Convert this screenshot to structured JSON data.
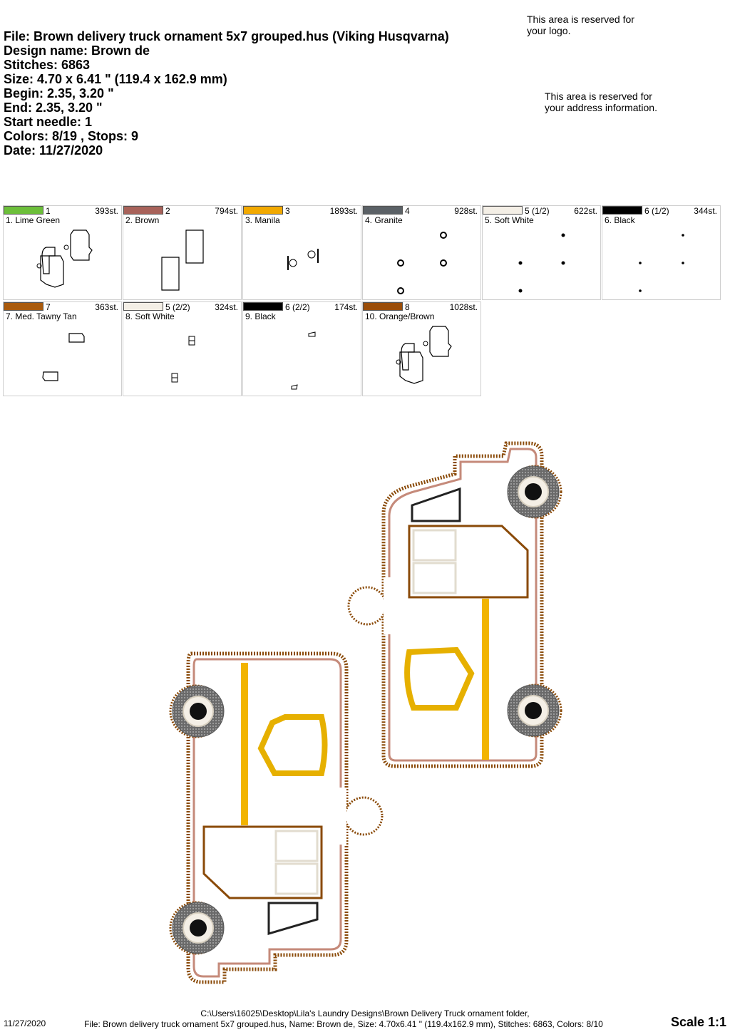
{
  "header": {
    "file": "File: Brown delivery truck ornament 5x7 grouped.hus  (Viking Husqvarna)",
    "design_name": "Design name: Brown de",
    "stitches": "Stitches: 6863",
    "size": "Size: 4.70 x 6.41 \" (119.4 x 162.9 mm)",
    "begin": "Begin: 2.35, 3.20 \"",
    "end": "End: 2.35, 3.20 \"",
    "start_needle": "Start needle: 1",
    "colors": "Colors: 8/19 , Stops: 9",
    "date": "Date: 11/27/2020"
  },
  "notes": {
    "logo": "This area is reserved for your logo.",
    "address": "This area is reserved for your address information."
  },
  "colors": [
    {
      "needle": "1",
      "stitches": "393st.",
      "name": "1. Lime Green",
      "hex": "#6cbf3a",
      "thumb": "trucks"
    },
    {
      "needle": "2",
      "stitches": "794st.",
      "name": "2. Brown",
      "hex": "#a8625a",
      "thumb": "brown"
    },
    {
      "needle": "3",
      "stitches": "1893st.",
      "name": "3. Manila",
      "hex": "#f2a900",
      "thumb": "manila"
    },
    {
      "needle": "4",
      "stitches": "928st.",
      "name": "4. Granite",
      "hex": "#5b6166",
      "thumb": "rings"
    },
    {
      "needle": "5 (1/2)",
      "stitches": "622st.",
      "name": "5. Soft White",
      "hex": "#f4efe6",
      "thumb": "dots"
    },
    {
      "needle": "6 (1/2)",
      "stitches": "344st.",
      "name": "6. Black",
      "hex": "#000000",
      "thumb": "dots-small"
    },
    {
      "needle": "7",
      "stitches": "363st.",
      "name": "7. Med. Tawny Tan",
      "hex": "#a95a0c",
      "thumb": "tan"
    },
    {
      "needle": "5 (2/2)",
      "stitches": "324st.",
      "name": "8. Soft White",
      "hex": "#f4efe6",
      "thumb": "windows"
    },
    {
      "needle": "6 (2/2)",
      "stitches": "174st.",
      "name": "9. Black",
      "hex": "#000000",
      "thumb": "black2"
    },
    {
      "needle": "8",
      "stitches": "1028st.",
      "name": "10. Orange/Brown",
      "hex": "#9a4d08",
      "thumb": "trucks"
    }
  ],
  "footer": {
    "date": "11/27/2020",
    "path": "C:\\Users\\16025\\Desktop\\Lila's Laundry Designs\\Brown Delivery Truck ornament folder,",
    "info": "File: Brown delivery truck ornament 5x7 grouped.hus, Name: Brown de, Size: 4.70x6.41 \" (119.4x162.9 mm), Stitches: 6863, Colors: 8/10",
    "scale": "Scale 1:1"
  }
}
